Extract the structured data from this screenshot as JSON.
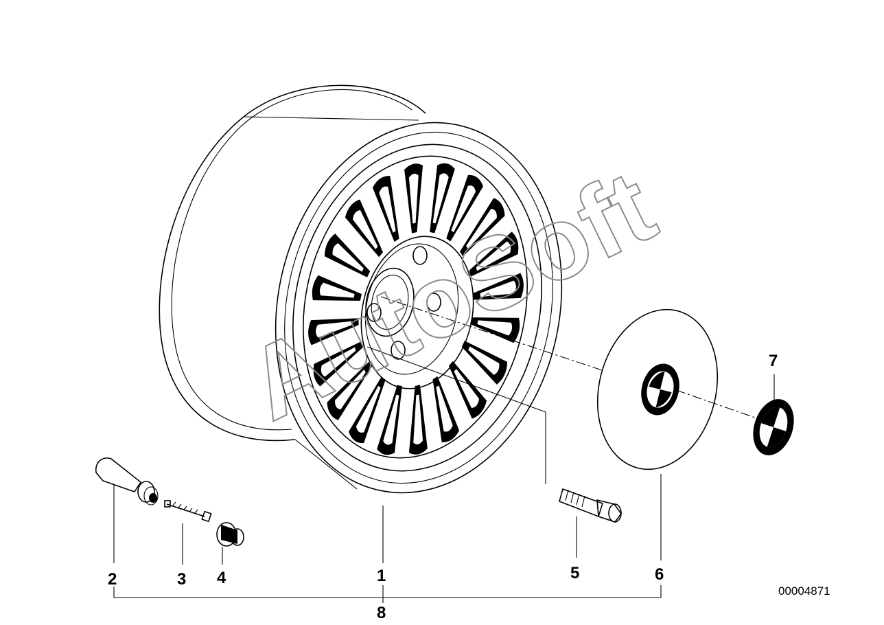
{
  "watermark": "AutoSoft",
  "document_number": "00004871",
  "callouts": {
    "p1": "1",
    "p2": "2",
    "p3": "3",
    "p4": "4",
    "p5": "5",
    "p6": "6",
    "p7": "7",
    "p8": "8"
  },
  "colors": {
    "ink": "#000000",
    "watermark": "#8a8a8a",
    "background": "#ffffff"
  }
}
